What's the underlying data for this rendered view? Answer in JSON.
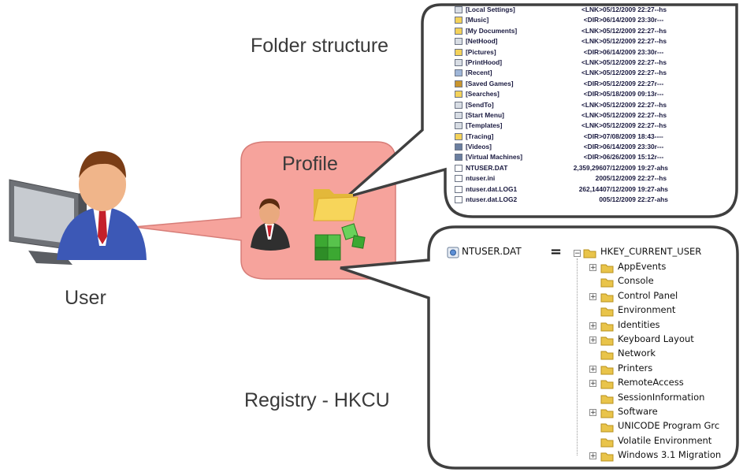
{
  "labels": {
    "user": "User",
    "profile": "Profile",
    "folder_structure": "Folder structure",
    "registry_hkcu": "Registry - HKCU"
  },
  "colors": {
    "profile_fill": "#f6a39c",
    "callout_border": "#3f3f3f",
    "folder_yellow": "#f7d55a",
    "registry_green": "#3ca832"
  },
  "icons": [
    "monitor-icon",
    "user-icon",
    "user-small-icon",
    "folder-icon",
    "registry-cubes-icon",
    "registry-file-icon"
  ],
  "folder_listing": [
    {
      "icon": "shortcut",
      "name": "[Local Settings]",
      "size": "<LNK>",
      "date": "05/12/2009 22:27--hs"
    },
    {
      "icon": "music",
      "name": "[Music]",
      "size": "<DIR>",
      "date": "06/14/2009 23:30r---"
    },
    {
      "icon": "doc",
      "name": "[My Documents]",
      "size": "<LNK>",
      "date": "05/12/2009 22:27--hs"
    },
    {
      "icon": "shortcut",
      "name": "[NetHood]",
      "size": "<LNK>",
      "date": "05/12/2009 22:27--hs"
    },
    {
      "icon": "pictures",
      "name": "[Pictures]",
      "size": "<DIR>",
      "date": "06/14/2009 23:30r---"
    },
    {
      "icon": "shortcut",
      "name": "[PrintHood]",
      "size": "<LNK>",
      "date": "05/12/2009 22:27--hs"
    },
    {
      "icon": "recent",
      "name": "[Recent]",
      "size": "<LNK>",
      "date": "05/12/2009 22:27--hs"
    },
    {
      "icon": "games",
      "name": "[Saved Games]",
      "size": "<DIR>",
      "date": "05/12/2009 22:27r---"
    },
    {
      "icon": "search",
      "name": "[Searches]",
      "size": "<DIR>",
      "date": "05/18/2009 09:13r---"
    },
    {
      "icon": "shortcut",
      "name": "[SendTo]",
      "size": "<LNK>",
      "date": "05/12/2009 22:27--hs"
    },
    {
      "icon": "shortcut",
      "name": "[Start Menu]",
      "size": "<LNK>",
      "date": "05/12/2009 22:27--hs"
    },
    {
      "icon": "shortcut",
      "name": "[Templates]",
      "size": "<LNK>",
      "date": "05/12/2009 22:27--hs"
    },
    {
      "icon": "folder",
      "name": "[Tracing]",
      "size": "<DIR>",
      "date": "07/08/2009 18:43----"
    },
    {
      "icon": "videos",
      "name": "[Videos]",
      "size": "<DIR>",
      "date": "06/14/2009 23:30r---"
    },
    {
      "icon": "vm",
      "name": "[Virtual Machines]",
      "size": "<DIR>",
      "date": "06/26/2009 15:12r---"
    },
    {
      "icon": "file",
      "name": "NTUSER.DAT",
      "size": "2,359,296",
      "date": "07/12/2009 19:27-ahs"
    },
    {
      "icon": "file",
      "name": "ntuser.ini",
      "size": "20",
      "date": "05/12/2009 22:27--hs"
    },
    {
      "icon": "file",
      "name": "ntuser.dat.LOG1",
      "size": "262,144",
      "date": "07/12/2009 19:27-ahs"
    },
    {
      "icon": "file",
      "name": "ntuser.dat.LOG2",
      "size": "0",
      "date": "05/12/2009 22:27-ahs"
    }
  ],
  "registry": {
    "file": "NTUSER.DAT",
    "equals": "=",
    "root": "HKEY_CURRENT_USER",
    "items": [
      {
        "name": "AppEvents",
        "expandable": true
      },
      {
        "name": "Console",
        "expandable": false
      },
      {
        "name": "Control Panel",
        "expandable": true
      },
      {
        "name": "Environment",
        "expandable": false
      },
      {
        "name": "Identities",
        "expandable": true
      },
      {
        "name": "Keyboard Layout",
        "expandable": true
      },
      {
        "name": "Network",
        "expandable": false
      },
      {
        "name": "Printers",
        "expandable": true
      },
      {
        "name": "RemoteAccess",
        "expandable": true
      },
      {
        "name": "SessionInformation",
        "expandable": false
      },
      {
        "name": "Software",
        "expandable": true
      },
      {
        "name": "UNICODE Program Grc",
        "expandable": false
      },
      {
        "name": "Volatile Environment",
        "expandable": false
      },
      {
        "name": "Windows 3.1 Migration",
        "expandable": true
      }
    ]
  }
}
